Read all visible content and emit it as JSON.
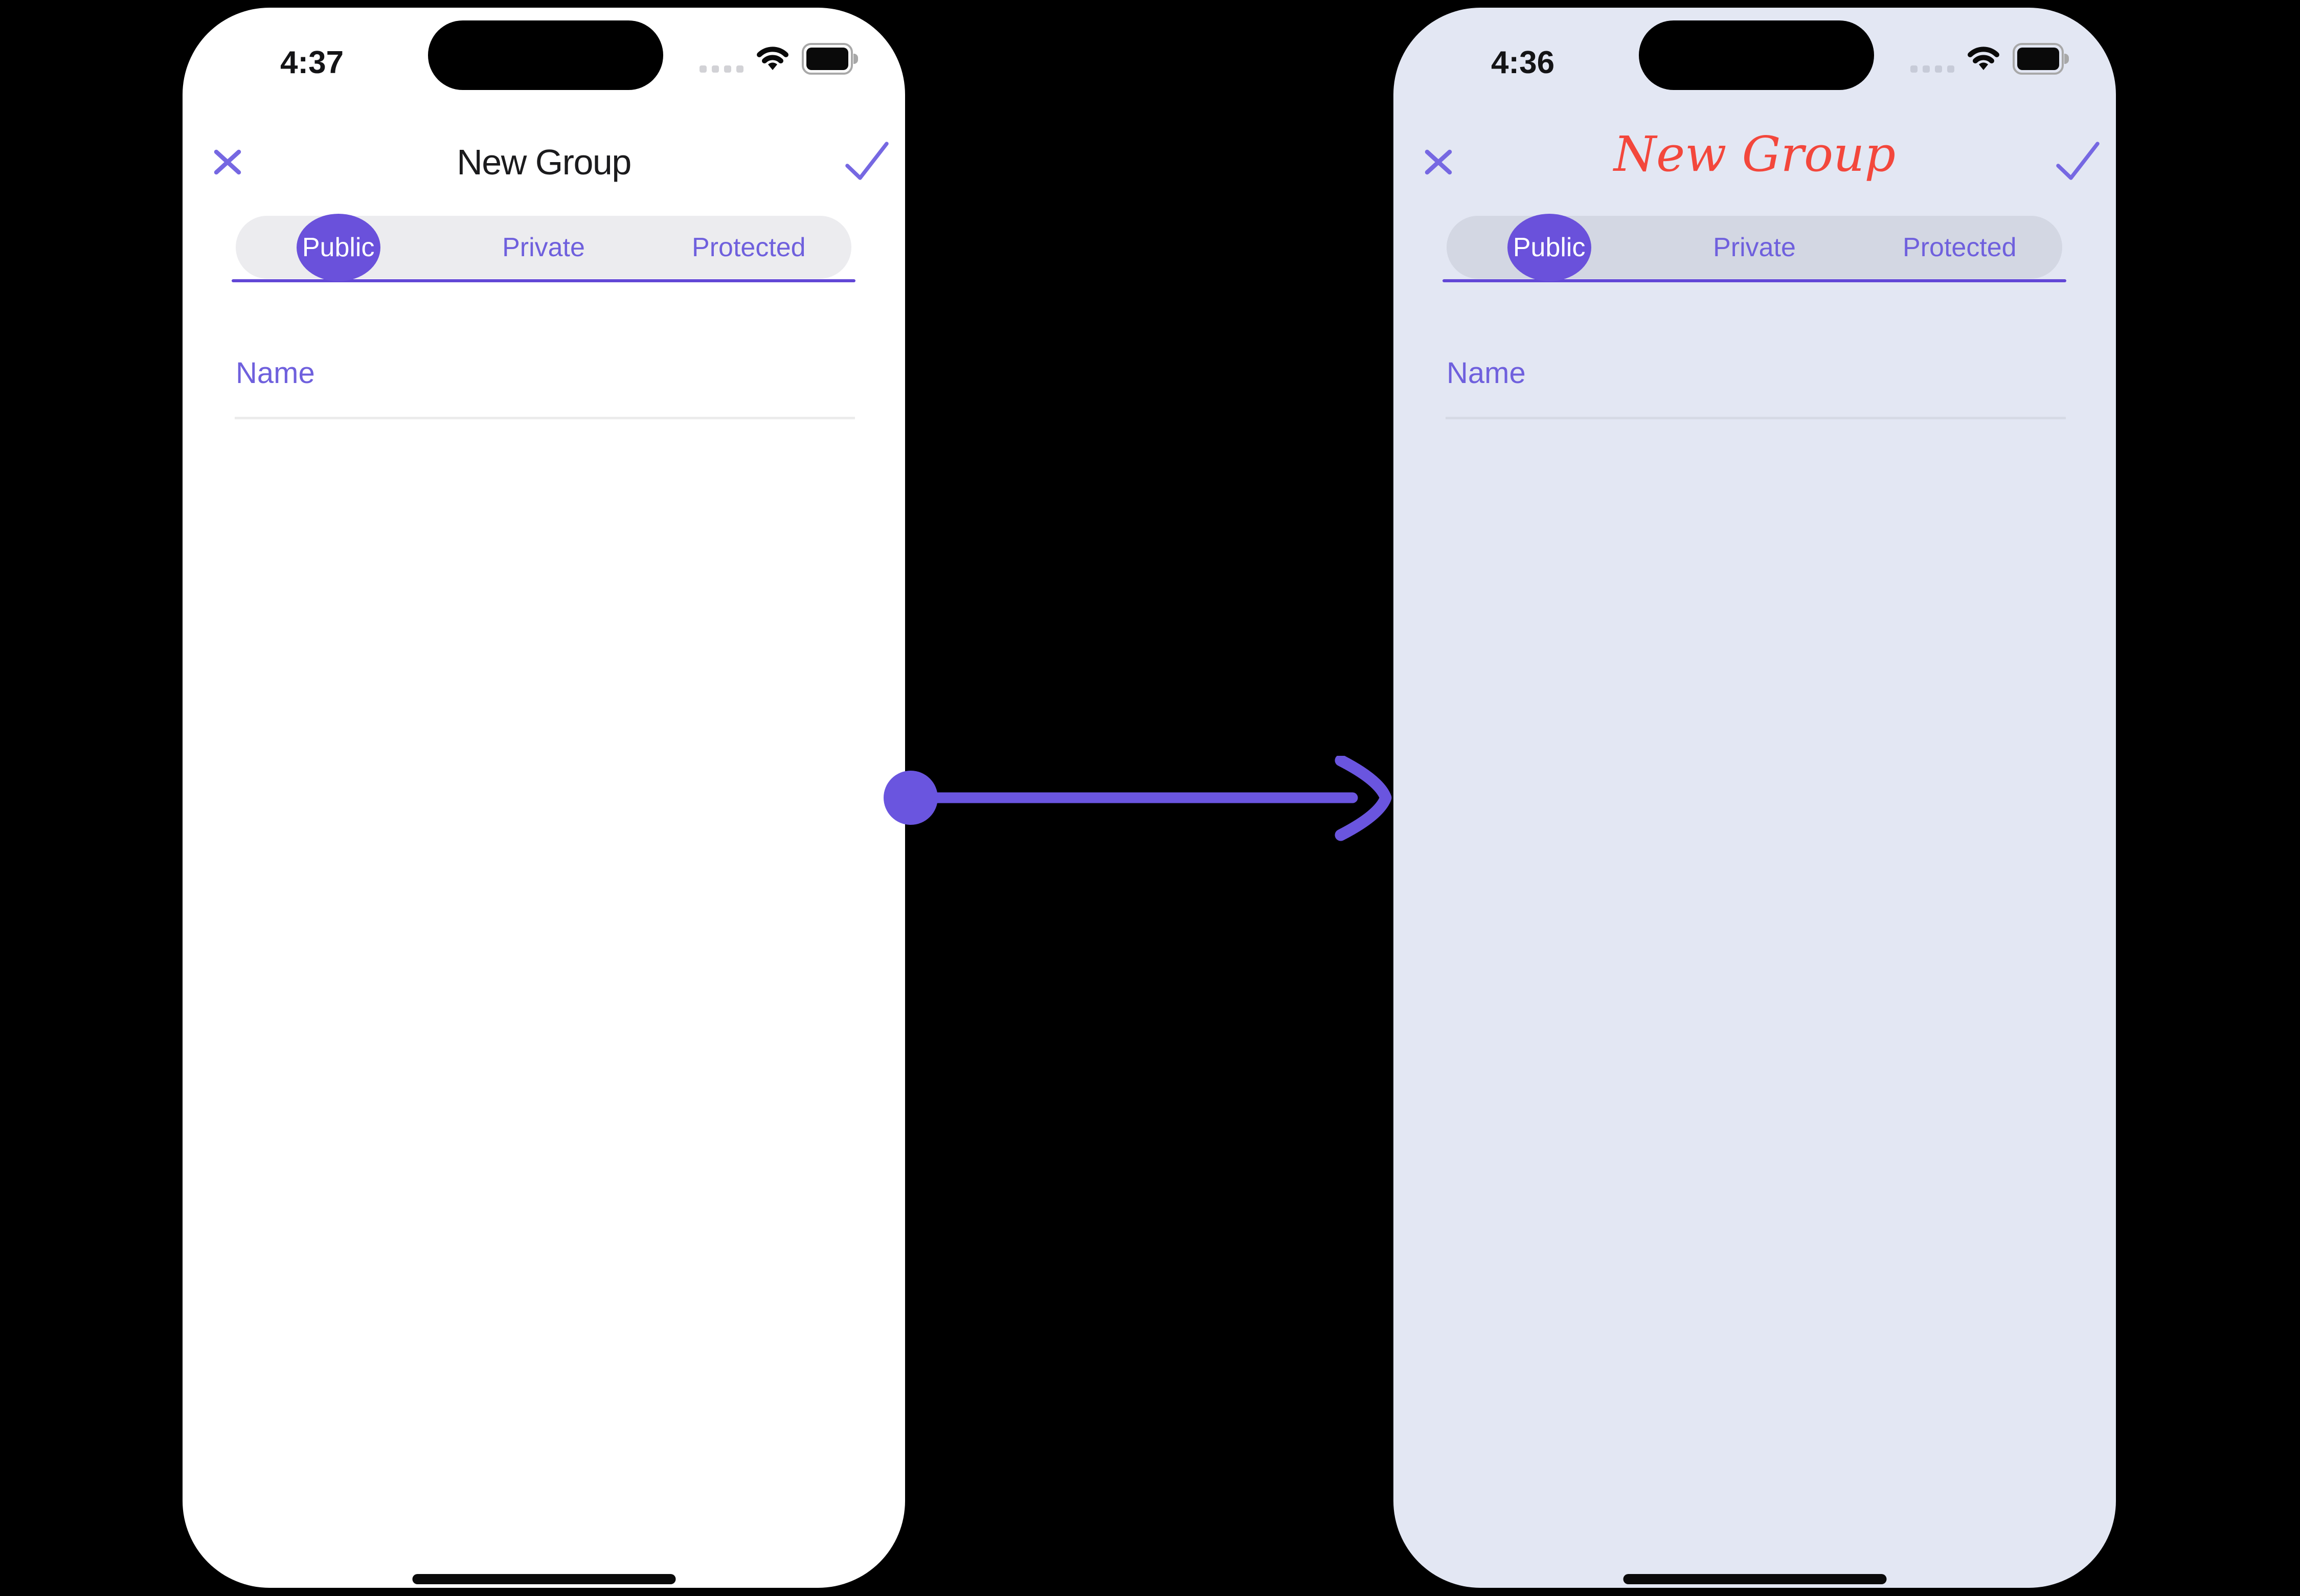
{
  "scene": {
    "background_color": "#000000",
    "transition_arrow": {
      "direction": "left-to-right",
      "color": "#6A55DF"
    }
  },
  "colors": {
    "accent_purple": "#6A51DB",
    "underline_purple": "#6247D6",
    "label_purple": "#6F60DD",
    "icon_purple": "#7668E2",
    "script_red": "#F3473C",
    "right_phone_background": "#E3E7F3",
    "left_phone_background": "#FFFFFF"
  },
  "phones": [
    {
      "side": "left",
      "background_color": "#FFFFFF",
      "status_bar": {
        "time": "4:37"
      },
      "header": {
        "title": "New Group",
        "title_color": "#1B1B1D",
        "title_style": "system-sans"
      },
      "tabs": {
        "items": [
          {
            "label": "Public",
            "selected": true
          },
          {
            "label": "Private",
            "selected": false
          },
          {
            "label": "Protected",
            "selected": false
          }
        ]
      },
      "form": {
        "name_placeholder": "Name"
      }
    },
    {
      "side": "right",
      "background_color": "#E3E7F3",
      "status_bar": {
        "time": "4:36"
      },
      "header": {
        "title": "New Group",
        "title_color": "#F3473C",
        "title_style": "handwritten-script"
      },
      "tabs": {
        "items": [
          {
            "label": "Public",
            "selected": true
          },
          {
            "label": "Private",
            "selected": false
          },
          {
            "label": "Protected",
            "selected": false
          }
        ]
      },
      "form": {
        "name_placeholder": "Name"
      }
    }
  ]
}
